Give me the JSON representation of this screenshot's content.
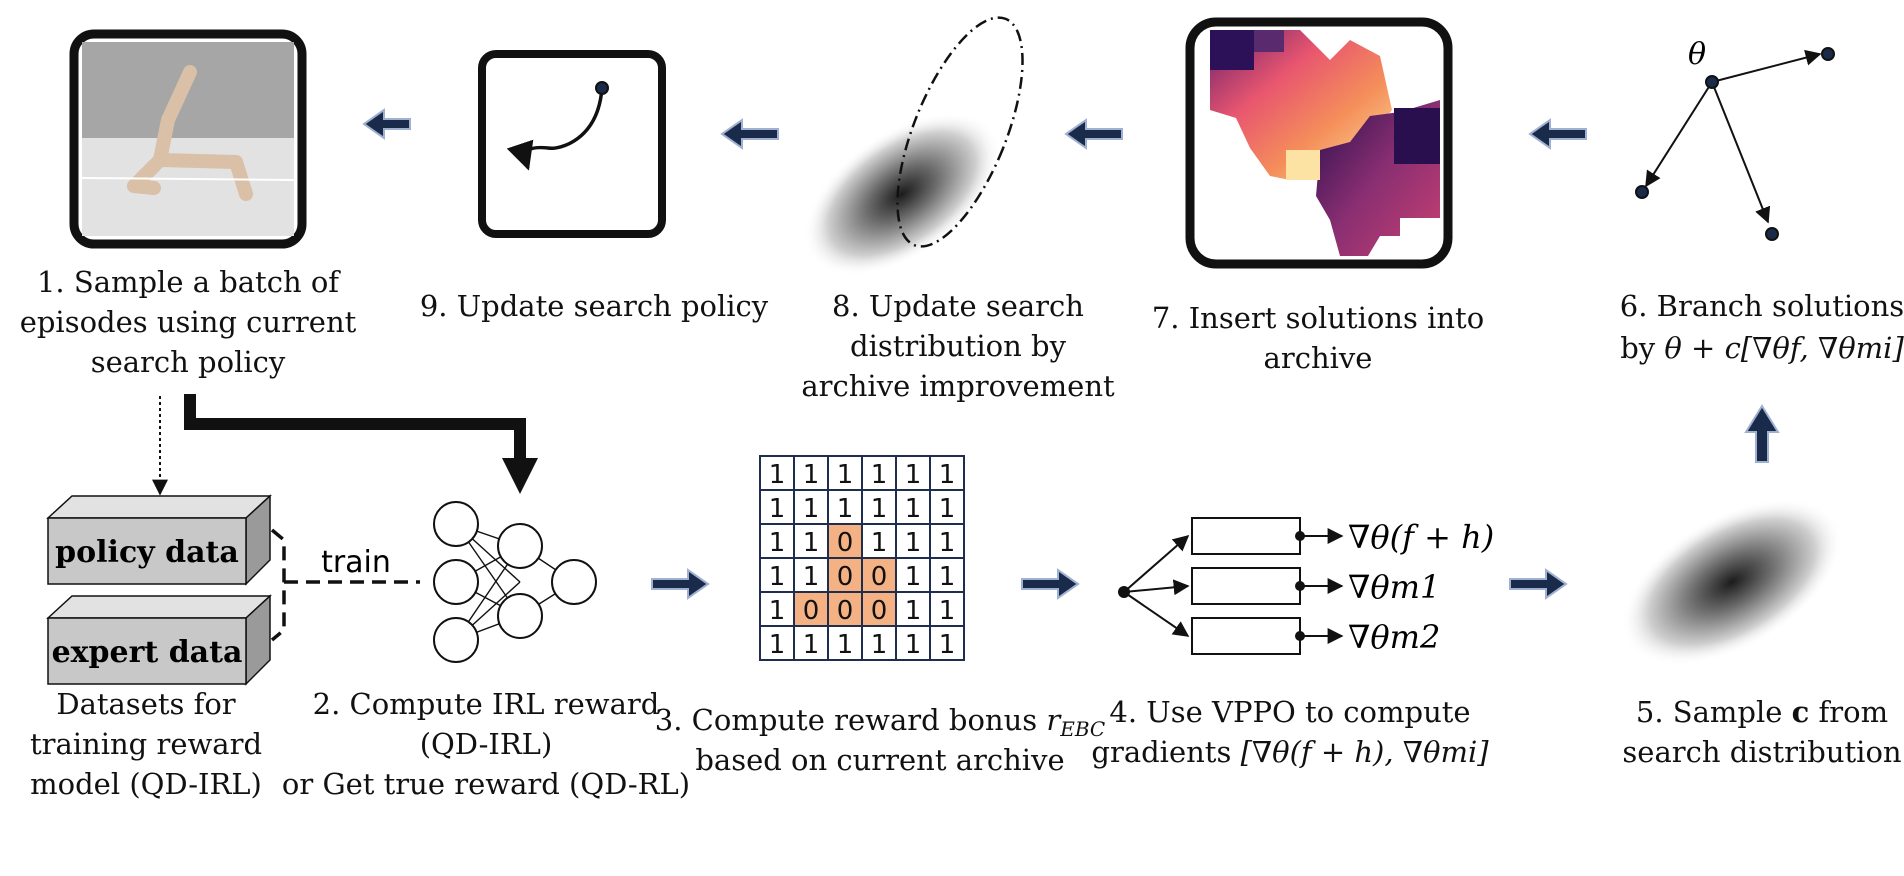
{
  "colors": {
    "stroke": "#111111",
    "arrow_fill": "#1a2a4a",
    "arrow_edge": "#9fb0d0",
    "bonus_cell": "#f4b183",
    "grid_line": "#1f2d4f",
    "box_fill": "#c8c8c8",
    "sim_sky": "#a6a6a6",
    "sim_floor": "#e2e2e2",
    "robot": "#d9c0a6"
  },
  "icons": {
    "robot_sim": "walker-simulation-icon",
    "policy_curve": "curved-arrow-icon",
    "gaussian": "gaussian-blob-icon",
    "archive_heatmap": "heatmap-archive-icon",
    "branch": "branch-arrows-icon",
    "network": "neural-network-icon"
  },
  "steps": {
    "s1": {
      "line1": "1. Sample a batch of",
      "line2": "episodes using current",
      "line3": "search policy"
    },
    "s2": {
      "line1": "2. Compute IRL reward",
      "line2": "(QD-IRL)",
      "line3": "or Get true reward (QD-RL)"
    },
    "s3": {
      "line1": "3. Compute reward bonus",
      "line1_sym": "r",
      "line1_sub": "EBC",
      "line2": "based on current archive"
    },
    "s4": {
      "line1": "4. Use VPPO to compute",
      "line2_prefix": "gradients ",
      "line2_expr": "[∇θ(f + h), ∇θmi]"
    },
    "s5": {
      "line1_prefix": "5. Sample ",
      "line1_bold": "c",
      "line1_suffix": " from",
      "line2": "search distribution"
    },
    "s6": {
      "line1": "6. Branch solutions",
      "line2_prefix": "by ",
      "line2_expr": "θ + c[∇θf, ∇θmi]"
    },
    "s7": {
      "line1": "7. Insert solutions into",
      "line2": "archive"
    },
    "s8": {
      "line1": "8. Update search",
      "line2": "distribution by",
      "line3": "archive improvement"
    },
    "s9": {
      "line1": "9. Update search policy"
    }
  },
  "datasets": {
    "policy_label": "policy data",
    "expert_label": "expert data",
    "train_label": "train",
    "caption_line1": "Datasets for",
    "caption_line2": "training reward",
    "caption_line3": "model (QD-IRL)"
  },
  "branch": {
    "theta_label": "θ"
  },
  "grid": {
    "rows": [
      [
        "1",
        "1",
        "1",
        "1",
        "1",
        "1"
      ],
      [
        "1",
        "1",
        "1",
        "1",
        "1",
        "1"
      ],
      [
        "1",
        "1",
        "0",
        "1",
        "1",
        "1"
      ],
      [
        "1",
        "1",
        "0",
        "0",
        "1",
        "1"
      ],
      [
        "1",
        "0",
        "0",
        "0",
        "1",
        "1"
      ],
      [
        "1",
        "1",
        "1",
        "1",
        "1",
        "1"
      ]
    ]
  },
  "gradients": {
    "g1": "∇θ(f + h)",
    "g2": "∇θm1",
    "g3": "∇θm2"
  }
}
